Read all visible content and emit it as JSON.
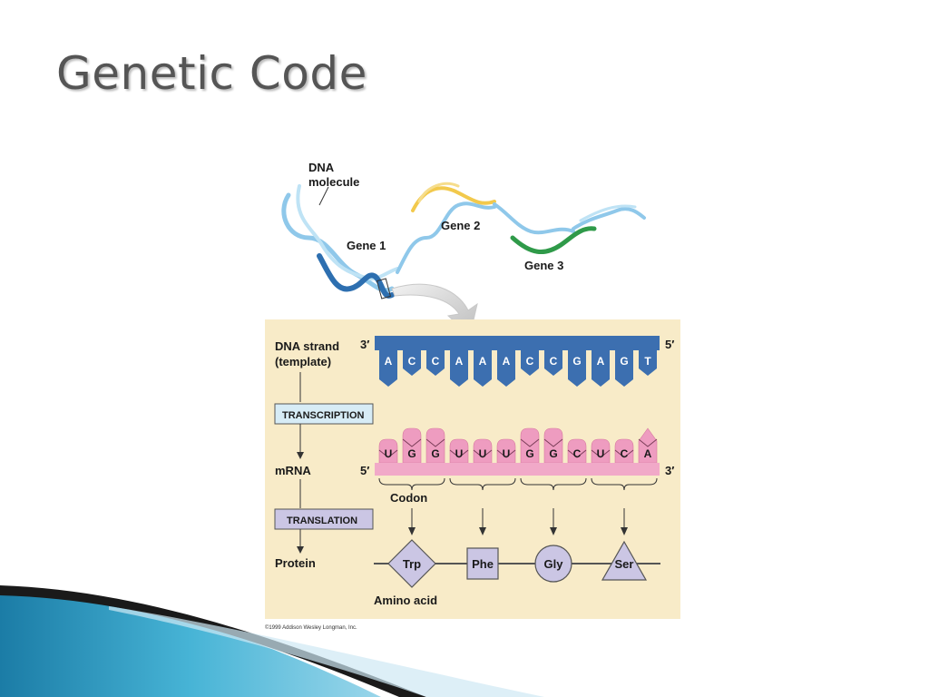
{
  "slide": {
    "title": "Genetic Code"
  },
  "figure": {
    "labels": {
      "dna_molecule_line1": "DNA",
      "dna_molecule_line2": "molecule",
      "gene1": "Gene 1",
      "gene2": "Gene 2",
      "gene3": "Gene 3",
      "dna_strand_line1": "DNA strand",
      "dna_strand_line2": "(template)",
      "transcription": "TRANSCRIPTION",
      "mrna": "mRNA",
      "translation": "TRANSLATION",
      "protein": "Protein",
      "codon": "Codon",
      "amino_acid": "Amino acid",
      "dna_3prime": "3′",
      "dna_5prime": "5′",
      "mrna_5prime": "5′",
      "mrna_3prime": "3′",
      "copyright": "©1999 Addison Wesley Longman, Inc."
    },
    "dna_bases": [
      "A",
      "C",
      "C",
      "A",
      "A",
      "A",
      "C",
      "C",
      "G",
      "A",
      "G",
      "T"
    ],
    "mrna_bases": [
      "U",
      "G",
      "G",
      "U",
      "U",
      "U",
      "G",
      "G",
      "C",
      "U",
      "C",
      "A"
    ],
    "amino_acids": [
      {
        "name": "Trp",
        "shape": "diamond"
      },
      {
        "name": "Phe",
        "shape": "square"
      },
      {
        "name": "Gly",
        "shape": "circle"
      },
      {
        "name": "Ser",
        "shape": "triangle"
      }
    ],
    "colors": {
      "panel": "#f8ebc8",
      "dna_blue": "#3c6fb0",
      "mrna_pink": "#ee9cc0",
      "mrna_bar": "#f1a9c8",
      "box_fill": "#cbc6e4",
      "transcription_box": "#d7ecf6",
      "gene1": "#2d6fb0",
      "gene2": "#f2c94c",
      "gene3": "#2f9a49",
      "light_strand": "#8fc8ea"
    }
  }
}
